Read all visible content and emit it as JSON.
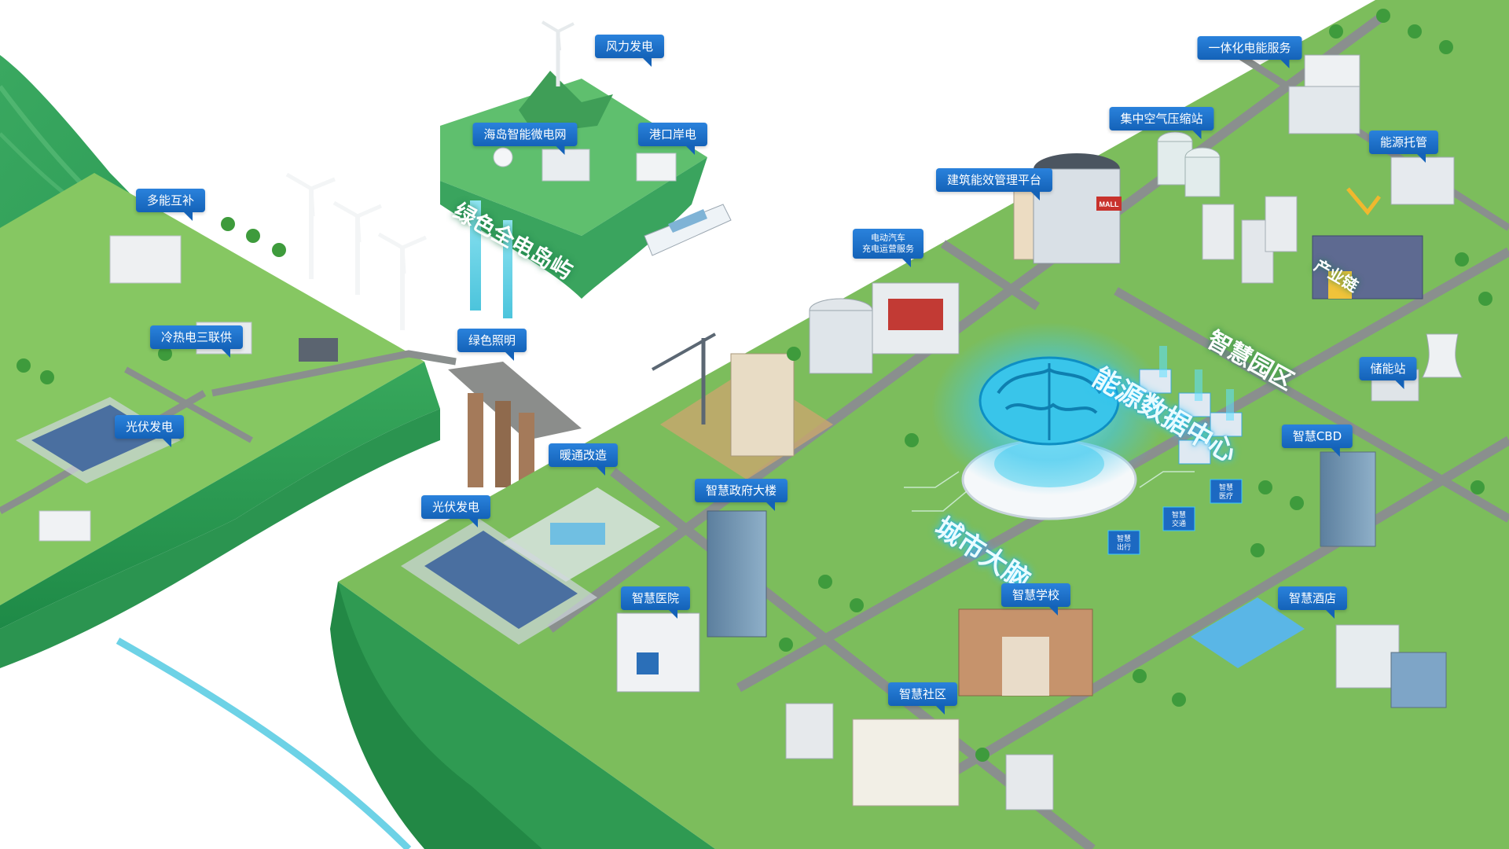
{
  "colors": {
    "grass": "#7cbd5c",
    "grass_light": "#8ccb6a",
    "grass_dark": "#2f9a52",
    "road": "#8a8f8e",
    "callout": "#1a6fca",
    "water": "#6dd2e6",
    "glow": "#4fd8ff"
  },
  "callouts": {
    "wind_power": "风力发电",
    "island_microgrid": "海岛智能微电网",
    "shore_power": "港口岸电",
    "multi_energy": "多能互补",
    "cchp": "冷热电三联供",
    "pv_left": "光伏发电",
    "green_lighting": "绿色照明",
    "hvac_retrofit": "暖通改造",
    "pv_center": "光伏发电",
    "smart_gov": "智慧政府大楼",
    "smart_hospital": "智慧医院",
    "smart_community": "智慧社区",
    "smart_school": "智慧学校",
    "building_energy": "建筑能效管理平台",
    "ev_line1": "电动汽车",
    "ev_line2": "充电运营服务",
    "compressed_air": "集中空气压缩站",
    "integrated_power": "一体化电能服务",
    "energy_hosting": "能源托管",
    "storage_station": "储能站",
    "smart_cbd": "智慧CBD",
    "smart_hotel": "智慧酒店"
  },
  "zones": {
    "green_island": "绿色全电岛屿",
    "smart_park": "智慧园区",
    "energy_data_center": "能源数据中心",
    "city_brain": "城市大脑",
    "industry_chain": "产业链"
  },
  "icons": {
    "wind_turbine": "wind-turbine-icon",
    "solar_panel": "solar-panel-icon",
    "brain": "brain-icon",
    "mall": "mall-sign-icon",
    "yacht": "yacht-icon",
    "crane": "crane-icon"
  },
  "signs": {
    "mall": "MALL"
  },
  "hub_tiles": [
    [
      "智慧",
      "医疗"
    ],
    [
      "智慧",
      "交通"
    ],
    [
      "智慧",
      "出行"
    ]
  ]
}
